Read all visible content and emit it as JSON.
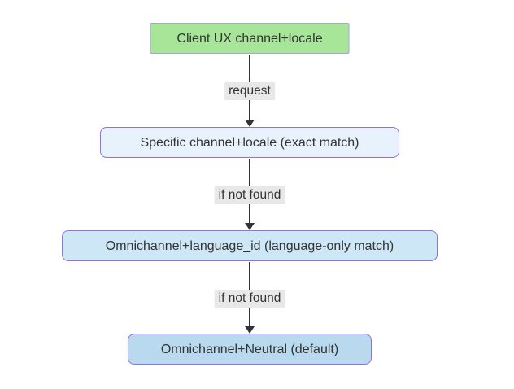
{
  "diagram": {
    "type": "flowchart-top-down",
    "nodes": [
      {
        "id": "client-ux",
        "label": "Client UX channel+locale",
        "shape": "rect",
        "fill": "#a7e698",
        "stroke": "#aaa3cc"
      },
      {
        "id": "specific",
        "label": "Specific channel+locale (exact match)",
        "shape": "rounded",
        "fill": "#e8f2fc",
        "stroke": "#9370db"
      },
      {
        "id": "language-id",
        "label": "Omnichannel+language_id (language-only match)",
        "shape": "rounded",
        "fill": "#cde7f6",
        "stroke": "#9370db"
      },
      {
        "id": "neutral",
        "label": "Omnichannel+Neutral (default)",
        "shape": "rounded",
        "fill": "#b8d9ee",
        "stroke": "#9370db"
      }
    ],
    "edges": [
      {
        "from": "client-ux",
        "to": "specific",
        "label": "request"
      },
      {
        "from": "specific",
        "to": "language-id",
        "label": "if not found"
      },
      {
        "from": "language-id",
        "to": "neutral",
        "label": "if not found"
      }
    ],
    "colors": {
      "edge_line": "#333333",
      "edge_label_background": "#e8e8e8",
      "text": "#333333",
      "background": "#ffffff"
    }
  }
}
